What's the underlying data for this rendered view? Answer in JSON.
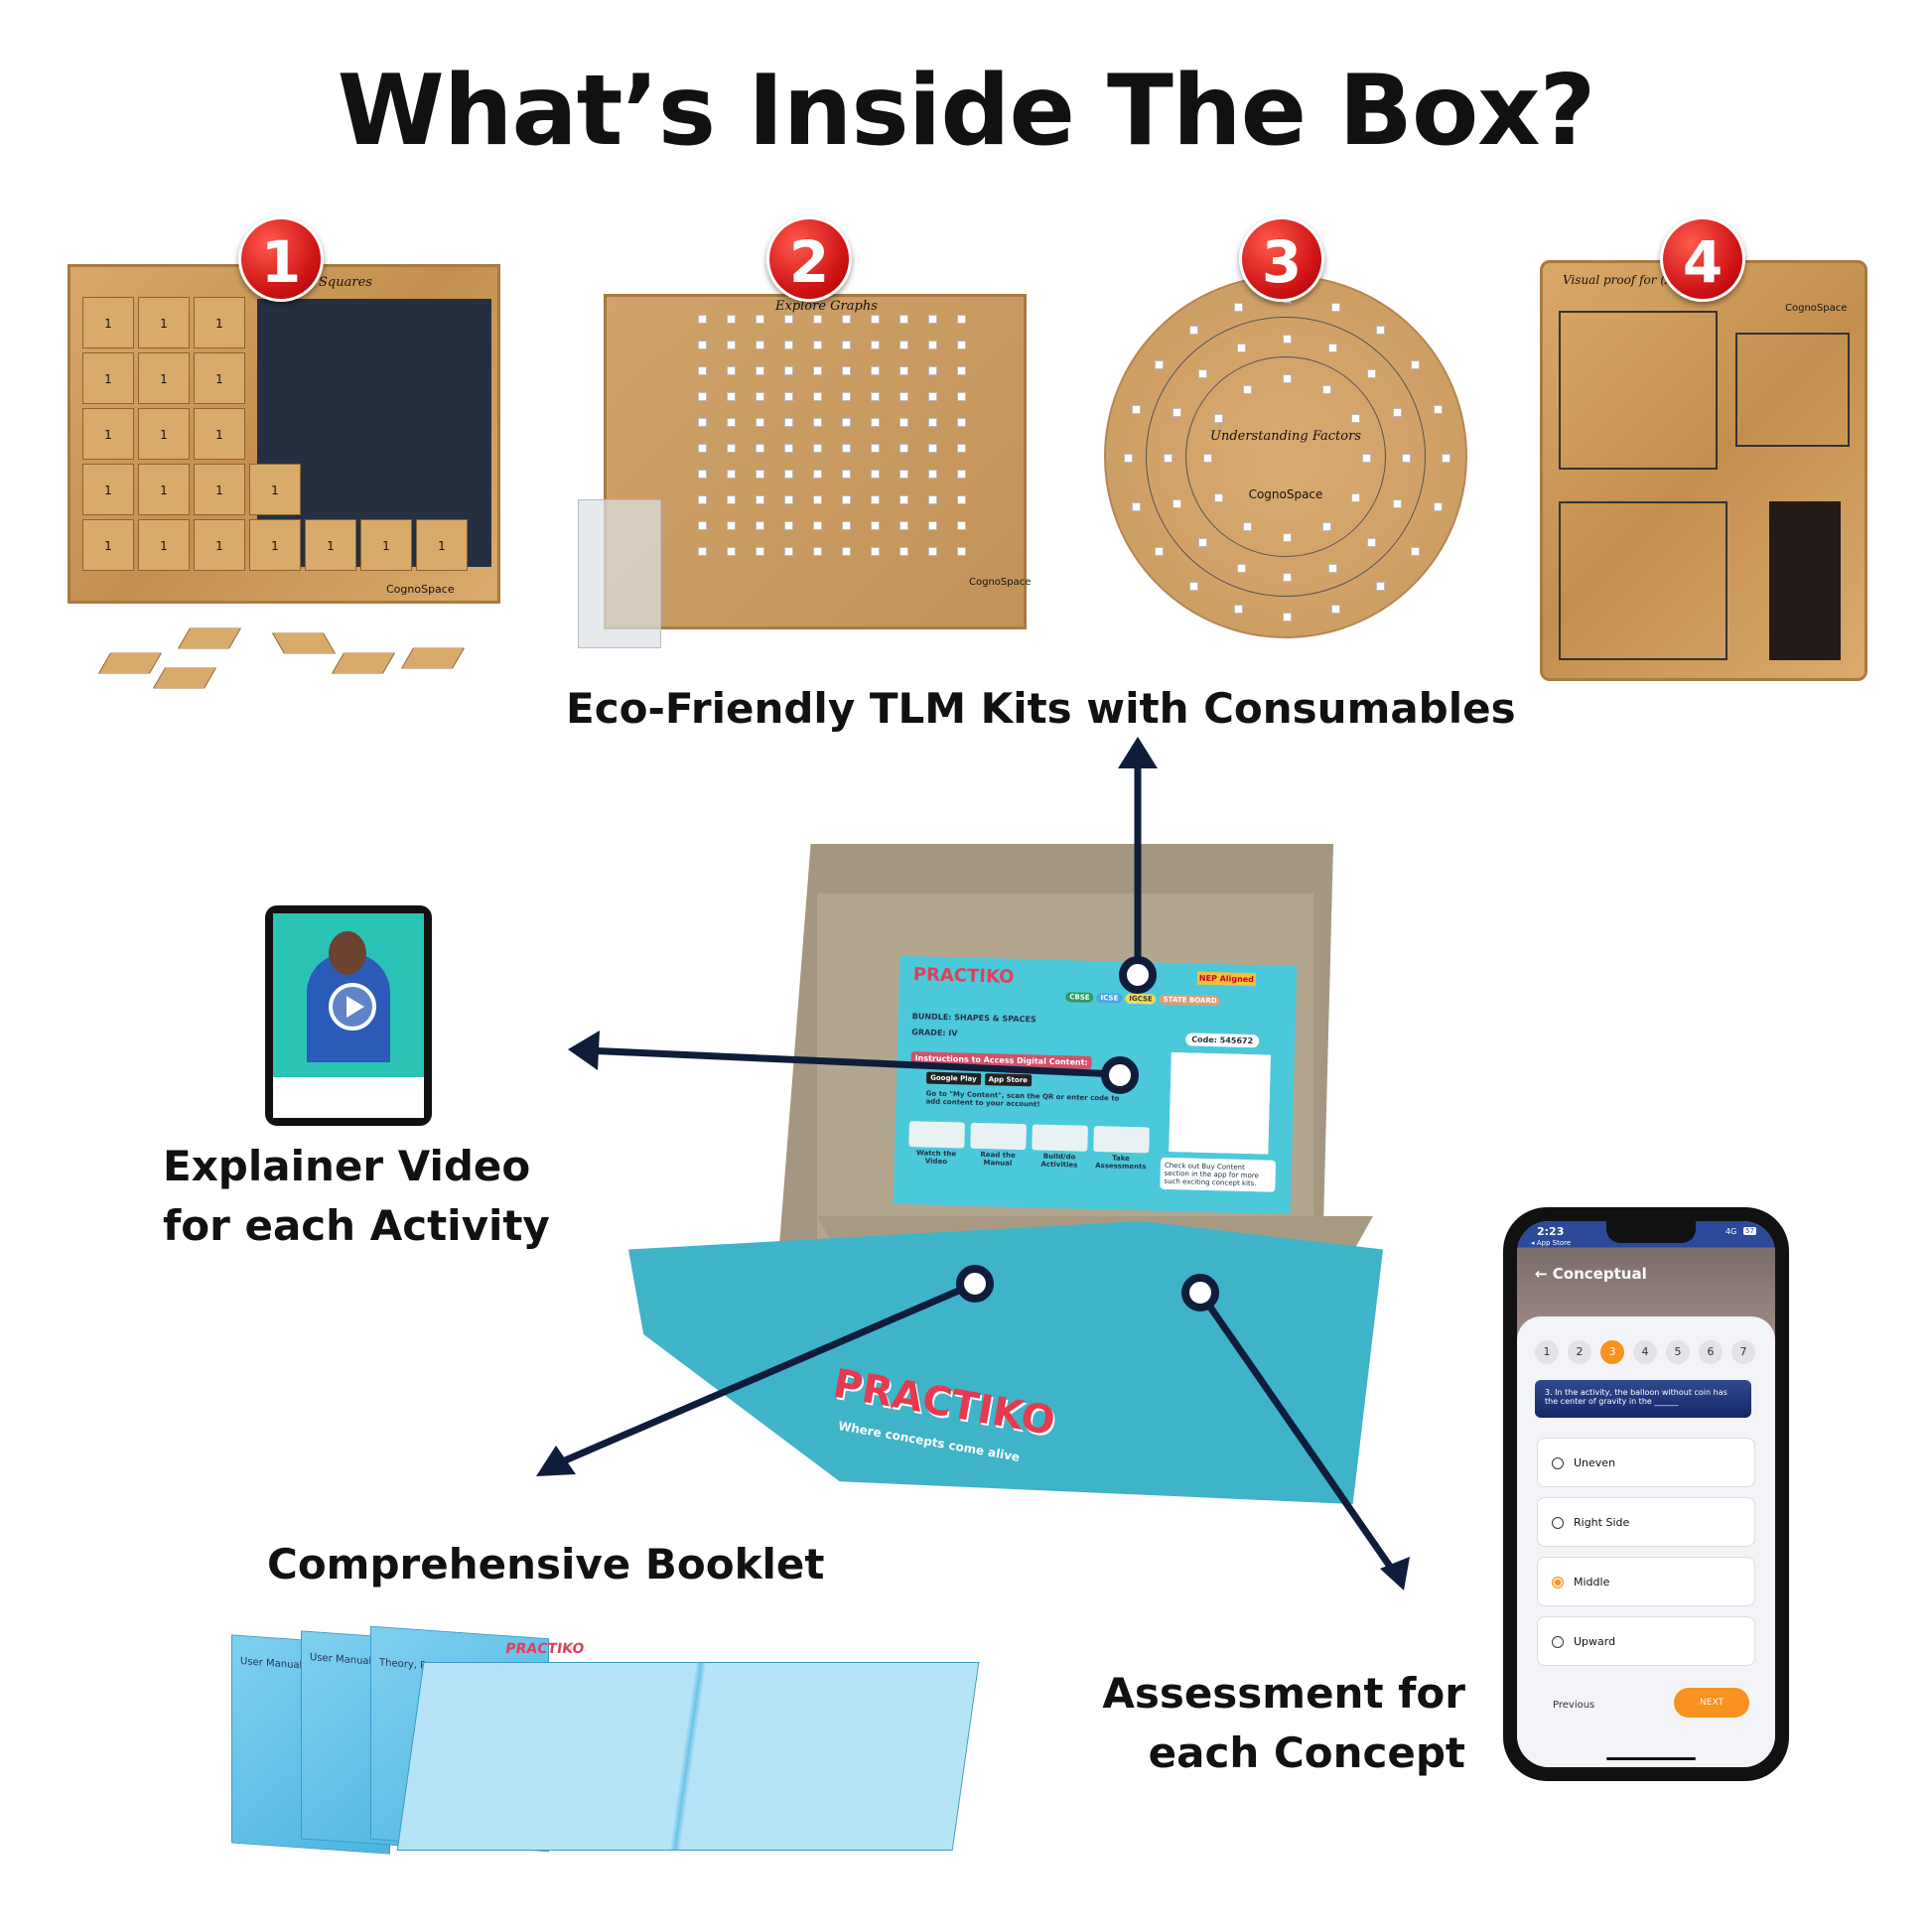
{
  "title": "What’s Inside The Box?",
  "kits": {
    "caption": "Eco-Friendly TLM Kits with Consumables",
    "items": [
      {
        "number": "1",
        "board_title": "Squares",
        "brand": "CognoSpace"
      },
      {
        "number": "2",
        "board_title": "Explore Graphs",
        "brand": "CognoSpace"
      },
      {
        "number": "3",
        "board_title": "Understanding Factors",
        "brand": "CognoSpace"
      },
      {
        "number": "4",
        "board_title": "Visual proof for (A+B+C)²",
        "brand": "CognoSpace"
      }
    ]
  },
  "video": {
    "caption_line1": "Explainer Video",
    "caption_line2": "for each Activity"
  },
  "booklet": {
    "caption": "Comprehensive Booklet",
    "cover_title": "User Manual",
    "cover_sub": "Theory, Practice",
    "brand": "PRACTIKO"
  },
  "assessment": {
    "caption_line1": "Assessment for",
    "caption_line2": "each Concept"
  },
  "box": {
    "brand": "PRACTIKO",
    "tagline": "Where concepts come alive",
    "label": {
      "bundle": "BUNDLE: SHAPES & SPACES",
      "grade": "GRADE: IV",
      "instructions": "Instructions to Access Digital Content:",
      "code": "Code: 545672",
      "boards": [
        "CBSE",
        "ICSE",
        "IGCSE",
        "STATE BOARD"
      ],
      "nep": "NEP Aligned",
      "buy": "Check out Buy Content section in the app for more such exciting concept kits.",
      "steps": [
        "Watch the Video",
        "Read the Manual",
        "Build/do Activities",
        "Take Assessments"
      ],
      "store1": "Google Play",
      "store2": "App Store",
      "scan": "Go to \"My Content\", scan the QR or enter code to add content to your account!"
    }
  },
  "phone": {
    "time": "2:23",
    "back_app": "◂ App Store",
    "network": "4G",
    "battery": "57",
    "header": "Conceptual",
    "question_numbers": [
      "1",
      "2",
      "3",
      "4",
      "5",
      "6",
      "7"
    ],
    "active_question": "3",
    "question": "3. In the activity, the balloon without coin has the center of gravity in the ______",
    "options": [
      "Uneven",
      "Right Side",
      "Middle",
      "Upward"
    ],
    "selected_option": "Middle",
    "previous": "Previous",
    "next": "NEXT"
  },
  "colors": {
    "accent_orange": "#f7931e",
    "navy": "#1c2f6b",
    "arrow": "#0f1d3a",
    "box_teal": "#3fb3c8"
  }
}
